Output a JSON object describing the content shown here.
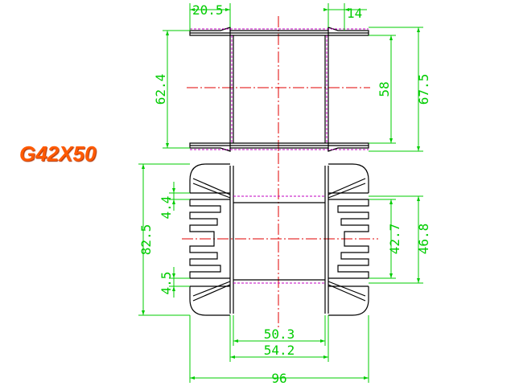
{
  "part_label": "G42X50",
  "dimensions": {
    "top_flange": "20.5",
    "top_right": "14",
    "height_inner_left": "62.4",
    "height_inner_right": "58",
    "height_outer_right": "67.5",
    "side_outer_left": "82.5",
    "side_gap_top": "4.4",
    "side_gap_bottom": "4.5",
    "side_inner_right": "42.7",
    "side_outer_right": "46.8",
    "width_inner": "50.3",
    "width_middle": "54.2",
    "width_outer": "96"
  },
  "colors": {
    "dimension": "#00cc00",
    "outline": "#000000",
    "centerline": "#e00000",
    "hidden": "#c000c0",
    "label": "#ff5a00"
  }
}
